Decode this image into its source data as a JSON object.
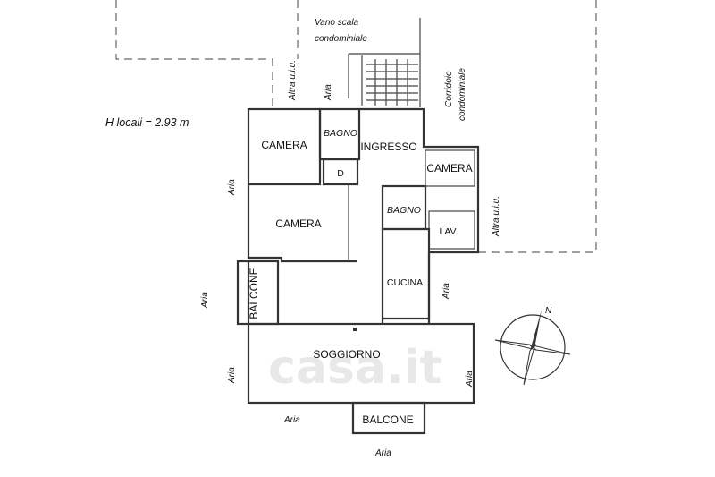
{
  "notes": {
    "ceiling_height": "H locali = 2.93 m",
    "stair_line1": "Vano scala",
    "stair_line2": "condominiale",
    "corridor_line1": "Corridoio",
    "corridor_line2": "condominiale",
    "other_unit": "Altra u.i.u.",
    "air": "Aria",
    "north": "N"
  },
  "rooms": {
    "camera_top": "CAMERA",
    "bagno_top": "BAGNO",
    "ingresso": "INGRESSO",
    "ripostiglio": "D",
    "camera_right": "CAMERA",
    "camera_mid": "CAMERA",
    "bagno_mid": "BAGNO",
    "lavanderia": "LAV.",
    "cucina": "CUCINA",
    "balcone_left": "BALCONE",
    "soggiorno": "SOGGIORNO",
    "balcone_bottom": "BALCONE"
  },
  "watermark": "casa.it"
}
